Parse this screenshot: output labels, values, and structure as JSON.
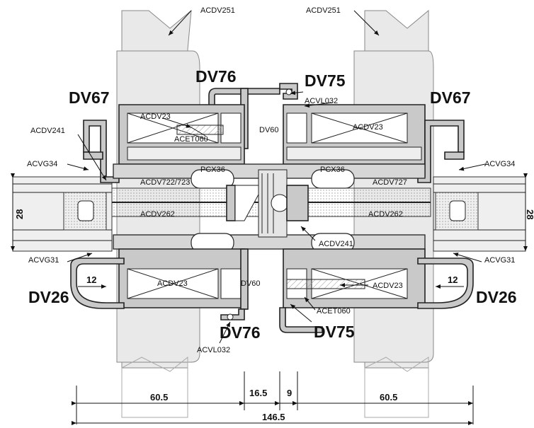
{
  "labels": {
    "acdv251_left": "ACDV251",
    "acdv251_right": "ACDV251",
    "dv76_top": "DV76",
    "dv75_top": "DV75",
    "dv67_left": "DV67",
    "dv67_right": "DV67",
    "acdv23_top_left": "ACDV23",
    "acdet060_top": "ACET060",
    "acvl032_top": "ACVL032",
    "dv60_top": "DV60",
    "acdv23_top_right": "ACDV23",
    "acdv241_left": "ACDV241",
    "acvg34_left": "ACVG34",
    "acvg34_right": "ACVG34",
    "pcx36_left": "PCX36",
    "pcx36_right": "PCX36",
    "acdv722": "ACDV722/723",
    "acdv727": "ACDV727",
    "dim_28_left": "28",
    "dim_28_right": "28",
    "acdv262_left": "ACDV262",
    "acdv262_right": "ACDV262",
    "acdv241_right": "ACDV241",
    "acvg31_left": "ACVG31",
    "acvg31_right": "ACVG31",
    "dim_12_left": "12",
    "dim_12_right": "12",
    "acdv23_bottom_left": "ACDV23",
    "dv60_bottom": "DV60",
    "acdv23_bottom_right": "ACDV23",
    "dv26_left": "DV26",
    "dv26_right": "DV26",
    "acet060_bottom": "ACET060",
    "dv76_bottom": "DV76",
    "dv75_bottom": "DV75",
    "acvl032_bottom": "ACVL032"
  },
  "dimensions": {
    "left_60_5": "60.5",
    "mid_16_5": "16.5",
    "mid_9": "9",
    "right_60_5": "60.5",
    "overall_146_5": "146.5"
  }
}
